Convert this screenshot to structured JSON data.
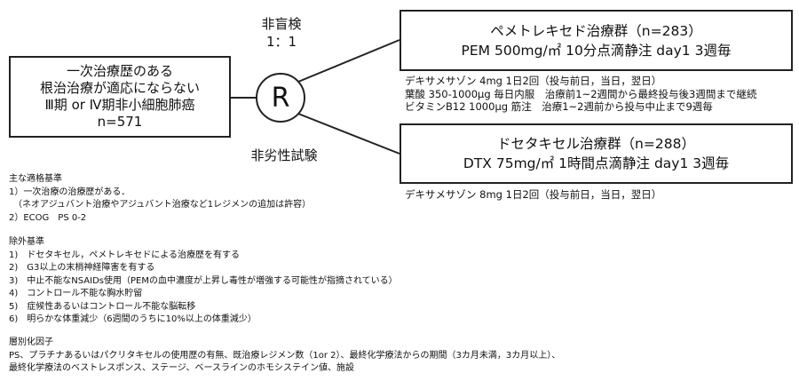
{
  "design": {
    "blind": "非盲検",
    "ratio": "1：1",
    "noninferiority": "非劣性試験",
    "randomization_symbol": "R"
  },
  "population": {
    "lines": [
      "一次治療歴のある",
      "根治治療が適応にならない",
      "Ⅲ期 or Ⅳ期非小細胞肺癌",
      "n=571"
    ]
  },
  "arms": [
    {
      "title": "ペメトレキセド治療群（n=283）",
      "regimen": "PEM 500mg/㎡ 10分点滴静注 day1 3週毎",
      "premedication": [
        "デキサメサゾン 4mg 1日2回（投与前日，当日，翌日）",
        "葉酸 350-1000μg 毎日内服　治療前1~2週間から最終投与後3週間まで継続",
        "ビタミンB12 1000μg 筋注　治療1~2週前から投与中止まで9週毎"
      ]
    },
    {
      "title": "ドセタキセル治療群（n=288）",
      "regimen": "DTX 75mg/㎡ 1時間点滴静注 day1 3週毎",
      "premedication": [
        "デキサメサゾン 8mg 1日2回（投与前日，当日，翌日）"
      ]
    }
  ],
  "inclusion": {
    "heading": "主な適格基準",
    "items": [
      "1）一次治療の治療歴がある．",
      "　（ネオアジュバント治療やアジュバント治療など1レジメンの追加は許容）",
      "2）ECOG　PS 0-2"
    ]
  },
  "exclusion": {
    "heading": "除外基準",
    "items": [
      "1)　ドセタキセル，ペメトレキセドによる治療歴を有する",
      "2)　G3以上の末梢神経障害を有する",
      "3)　中止不能なNSAIDs使用（PEMの血中濃度が上昇し毒性が増強する可能性が指摘されている）",
      "4)　コントロール不能な胸水貯留",
      "5)　症候性あるいはコントロール不能な脳転移",
      "6)　明らかな体重減少（6週間のうちに10%以上の体重減少）"
    ]
  },
  "stratification": {
    "heading": "層別化因子",
    "items": [
      "PS、プラチナあるいはパクリタキセルの使用歴の有無、既治療レジメン数（1or 2）、最終化学療法からの期間（3カ月未満，3カ月以上）、",
      "最終化学療法のベストレスポンス、ステージ、ベースラインのホモシステイン値、施設"
    ]
  }
}
